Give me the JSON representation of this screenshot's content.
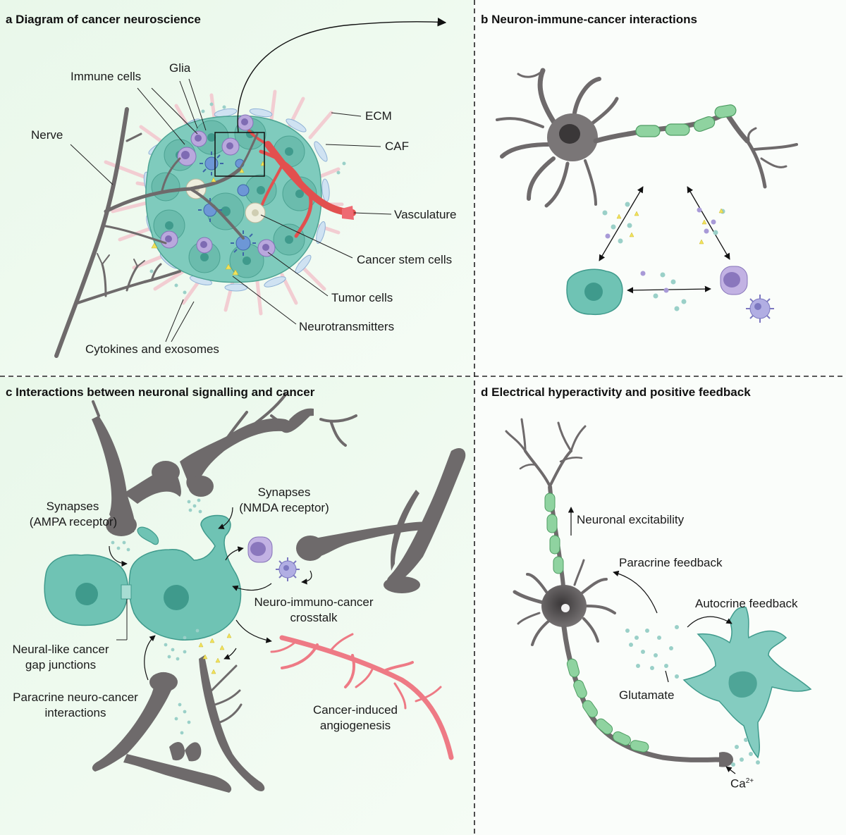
{
  "colors": {
    "panel_bg": "#eefaee",
    "tumor_fill": "#6fc3b4",
    "tumor_dark": "#3f9a8c",
    "neuron_gray": "#6e6a6b",
    "myelin_green": "#8fd3a0",
    "vessel_red": "#e2504f",
    "angio_pink": "#ee7a85",
    "immune_purple": "#b7a6dc",
    "ecm_pink": "#f3c9cf",
    "divider": "#222222"
  },
  "panels": {
    "a": {
      "title": "a Diagram of cancer neuroscience",
      "labels": {
        "immune_cells": "Immune cells",
        "glia": "Glia",
        "nerve": "Nerve",
        "ecm": "ECM",
        "caf": "CAF",
        "vasculature": "Vasculature",
        "cancer_stem_cells": "Cancer stem cells",
        "tumor_cells": "Tumor cells",
        "neurotransmitters": "Neurotransmitters",
        "cytokines_exosomes": "Cytokines and exosomes"
      }
    },
    "b": {
      "title": "b Neuron-immune-cancer interactions"
    },
    "c": {
      "title": "c Interactions between neuronal signalling and cancer",
      "labels": {
        "synapses_ampa_1": "Synapses",
        "synapses_ampa_2": "(AMPA receptor)",
        "synapses_nmda_1": "Synapses",
        "synapses_nmda_2": "(NMDA receptor)",
        "crosstalk_1": "Neuro-immuno-cancer",
        "crosstalk_2": "crosstalk",
        "gap_1": "Neural-like cancer",
        "gap_2": "gap junctions",
        "paracrine_1": "Paracrine neuro-cancer",
        "paracrine_2": "interactions",
        "angio_1": "Cancer-induced",
        "angio_2": "angiogenesis"
      }
    },
    "d": {
      "title": "d Electrical hyperactivity and positive feedback",
      "labels": {
        "neuronal_excitability": "Neuronal excitability",
        "paracrine_feedback": "Paracrine feedback",
        "autocrine_feedback": "Autocrine feedback",
        "glutamate": "Glutamate",
        "calcium": "Ca",
        "calcium_sup": "2+"
      }
    }
  }
}
